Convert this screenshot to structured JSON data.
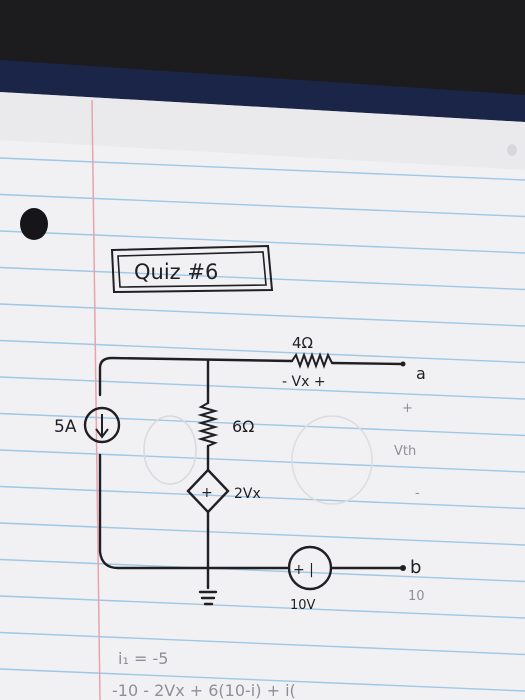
{
  "photo": {
    "subject": "handwritten-quiz-page",
    "colors": {
      "background": "#1c1c1e",
      "binder": "#1b2548",
      "paper": "#f1f1f3",
      "rule_line": "#9ec8e4",
      "margin_line": "#e8a3ad",
      "ink": "#1f1f24",
      "faint_ink": "#8f8f99"
    }
  },
  "page": {
    "title": "Quiz #6",
    "circuit": {
      "current_source": "5A",
      "resistor_top": "4Ω",
      "vx_label": "- Vx +",
      "resistor_middle": "6Ω",
      "dependent_source": "2Vx",
      "dependent_polarity": "+",
      "voltage_source_symbol": "+ |",
      "voltage_source": "10V",
      "terminal_a": "a",
      "terminal_b": "b",
      "vth_plus": "+",
      "vth": "Vth",
      "vth_minus": "-",
      "side_value": "10"
    },
    "work": {
      "line1": "i₁ = -5",
      "line2": "-10 - 2Vx + 6(10-i) + i("
    }
  }
}
